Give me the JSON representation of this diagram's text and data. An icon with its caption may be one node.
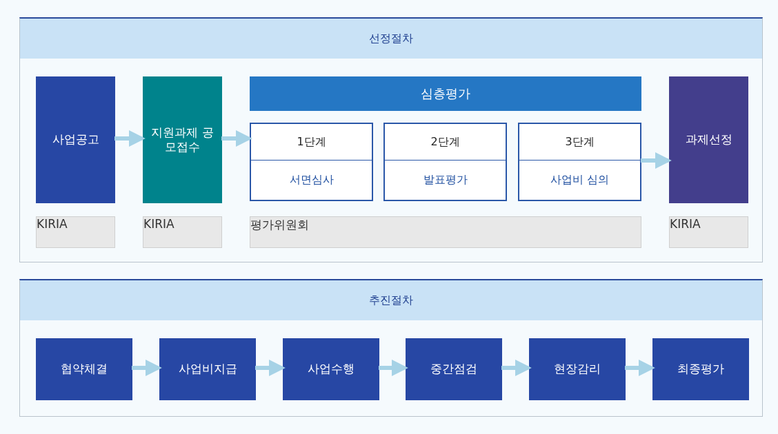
{
  "diagram": {
    "nodes": [
      {
        "text": [
          "선정절차"
        ]
      },
      {
        "text": [
          "사업공고"
        ],
        "in": 0
      },
      {
        "text": [
          "지원과제 공모접수"
        ],
        "in": 0
      },
      {
        "text": [
          "심층평가"
        ],
        "in": 0
      },
      {
        "text": [
          "1단계",
          "서면심사"
        ],
        "in": 0
      },
      {
        "text": [
          "2단계",
          "발표평가"
        ],
        "in": 0
      },
      {
        "text": [
          "3단계",
          "사업비 심의"
        ],
        "in": 0
      },
      {
        "text": [
          "과제선정"
        ],
        "in": 0
      },
      {
        "text": [
          "KIRIA"
        ],
        "in": 0
      },
      {
        "text": [
          "KIRIA"
        ],
        "in": 0
      },
      {
        "text": [
          "평가위원회"
        ],
        "in": 0
      },
      {
        "text": [
          "KIRIA"
        ],
        "in": 0
      },
      {
        "text": [
          "추진절차"
        ]
      },
      {
        "text": [
          "협약체결"
        ],
        "in": 12
      },
      {
        "text": [
          "사업비지급"
        ],
        "in": 12
      },
      {
        "text": [
          "사업수행"
        ],
        "in": 12
      },
      {
        "text": [
          "중간점검"
        ],
        "in": 12
      },
      {
        "text": [
          "현장감리"
        ],
        "in": 12
      },
      {
        "text": [
          "최종평가"
        ],
        "in": 12
      }
    ],
    "edges": [
      {
        "from": 1,
        "to": 2,
        "arrow": "to"
      },
      {
        "from": 2,
        "to": 4,
        "arrow": "to"
      },
      {
        "from": 6,
        "to": 7,
        "arrow": "to"
      },
      {
        "from": 13,
        "to": 14,
        "arrow": "to"
      },
      {
        "from": 14,
        "to": 15,
        "arrow": "to"
      },
      {
        "from": 15,
        "to": 16,
        "arrow": "to"
      },
      {
        "from": 16,
        "to": 17,
        "arrow": "to"
      },
      {
        "from": 17,
        "to": 18,
        "arrow": "to"
      }
    ]
  }
}
